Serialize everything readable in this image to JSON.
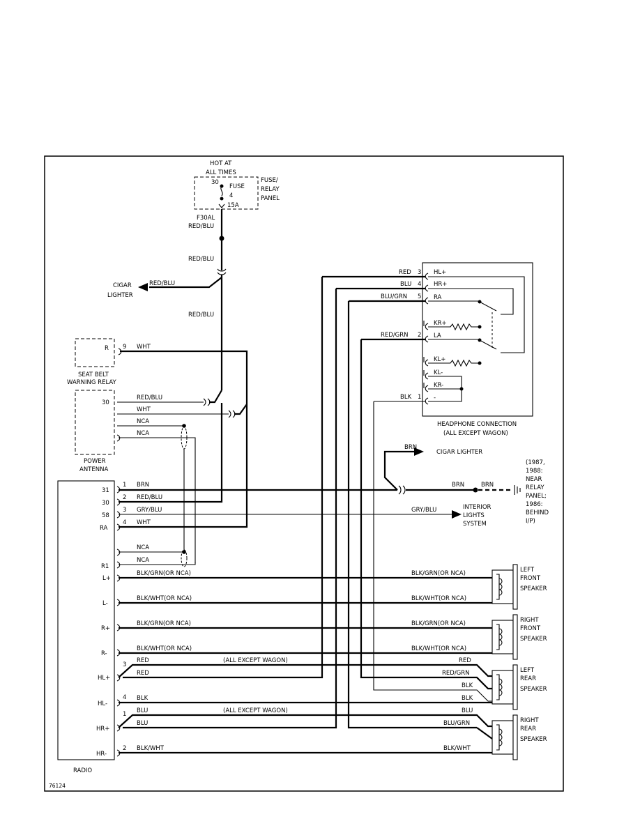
{
  "fuse_panel": {
    "hot_at": "HOT AT",
    "all_times": "ALL TIMES",
    "terminal": "30",
    "fuse_label": "FUSE",
    "fuse_num": "4",
    "fuse_amp": "15A",
    "panel_label": [
      "FUSE/",
      "RELAY",
      "PANEL"
    ],
    "connector": "F30AL",
    "wire": "RED/BLU"
  },
  "top_feed": {
    "wire_mid": "RED/BLU",
    "wire_low": "RED/BLU"
  },
  "cigar_lighter_left": {
    "label": [
      "CIGAR",
      "LIGHTER"
    ],
    "wire": "RED/BLU"
  },
  "seat_belt_relay": {
    "terminal": "R",
    "pin": "9",
    "wire": "WHT",
    "label": [
      "SEAT BELT",
      "WARNING RELAY"
    ]
  },
  "power_antenna": {
    "terminal": "30",
    "wires": [
      "RED/BLU",
      "WHT",
      "NCA",
      "NCA"
    ],
    "label": [
      "POWER",
      "ANTENNA"
    ]
  },
  "radio": {
    "label": "RADIO",
    "terminals": [
      "31",
      "30",
      "58",
      "RA",
      "R1",
      "L+",
      "L-",
      "R+",
      "R-",
      "HL+",
      "HL-",
      "HR+",
      "HR-"
    ],
    "pins": [
      "1",
      "2",
      "3",
      "4",
      "3",
      "4",
      "1",
      "2"
    ],
    "wire_brn": "BRN",
    "wire_redblu": "RED/BLU",
    "wire_grybLu": "GRY/BLU",
    "wire_wht": "WHT",
    "nca1": "NCA",
    "nca2": "NCA",
    "lplus": "BLK/GRN(OR NCA)",
    "lminus": "BLK/WHT(OR NCA)",
    "rplus": "BLK/GRN(OR NCA)",
    "rminus": "BLK/WHT(OR NCA)",
    "hl_red1": "RED",
    "hl_red2": "RED",
    "all_except_1": "(ALL EXCEPT WAGON)",
    "hlm_blk": "BLK",
    "hr_blu1": "BLU",
    "hr_blu2": "BLU",
    "all_except_2": "(ALL EXCEPT WAGON)",
    "hrm": "BLK/WHT"
  },
  "headphone": {
    "pins": [
      "3",
      "4",
      "5",
      "2",
      "1"
    ],
    "wires": [
      "RED",
      "BLU",
      "BLU/GRN",
      "RED/GRN",
      "BLK"
    ],
    "terms": [
      "HL+",
      "HR+",
      "RA",
      "KR+",
      "LA",
      "KL+",
      "KL-",
      "KR-",
      "-"
    ],
    "label": [
      "HEADPHONE CONNECTION",
      "(ALL EXCEPT WAGON)"
    ]
  },
  "ground": {
    "brn_up": "BRN",
    "cigar": "CIGAR LIGHTER",
    "brn1": "BRN",
    "brn2": "BRN",
    "note": [
      "(1987,",
      "1988:",
      "NEAR",
      "RELAY",
      "PANEL;",
      "1986:",
      "BEHIND",
      "I/P)"
    ]
  },
  "interior": {
    "wire": "GRY/BLU",
    "label": [
      "INTERIOR",
      "LIGHTS",
      "SYSTEM"
    ]
  },
  "speakers": {
    "left_front": {
      "label": [
        "LEFT",
        "FRONT",
        "SPEAKER"
      ],
      "wires": [
        "BLK/GRN(OR NCA)",
        "BLK/WHT(OR NCA)"
      ]
    },
    "right_front": {
      "label": [
        "RIGHT",
        "FRONT",
        "SPEAKER"
      ],
      "wires": [
        "BLK/GRN(OR NCA)",
        "BLK/WHT(OR NCA)"
      ]
    },
    "left_rear": {
      "label": [
        "LEFT",
        "REAR",
        "SPEAKER"
      ],
      "wires": [
        "RED",
        "RED/GRN",
        "BLK",
        "BLK"
      ]
    },
    "right_rear": {
      "label": [
        "RIGHT",
        "REAR",
        "SPEAKER"
      ],
      "wires": [
        "BLU",
        "BLU/GRN",
        "BLK/WHT"
      ]
    }
  },
  "figure_id": "76124"
}
